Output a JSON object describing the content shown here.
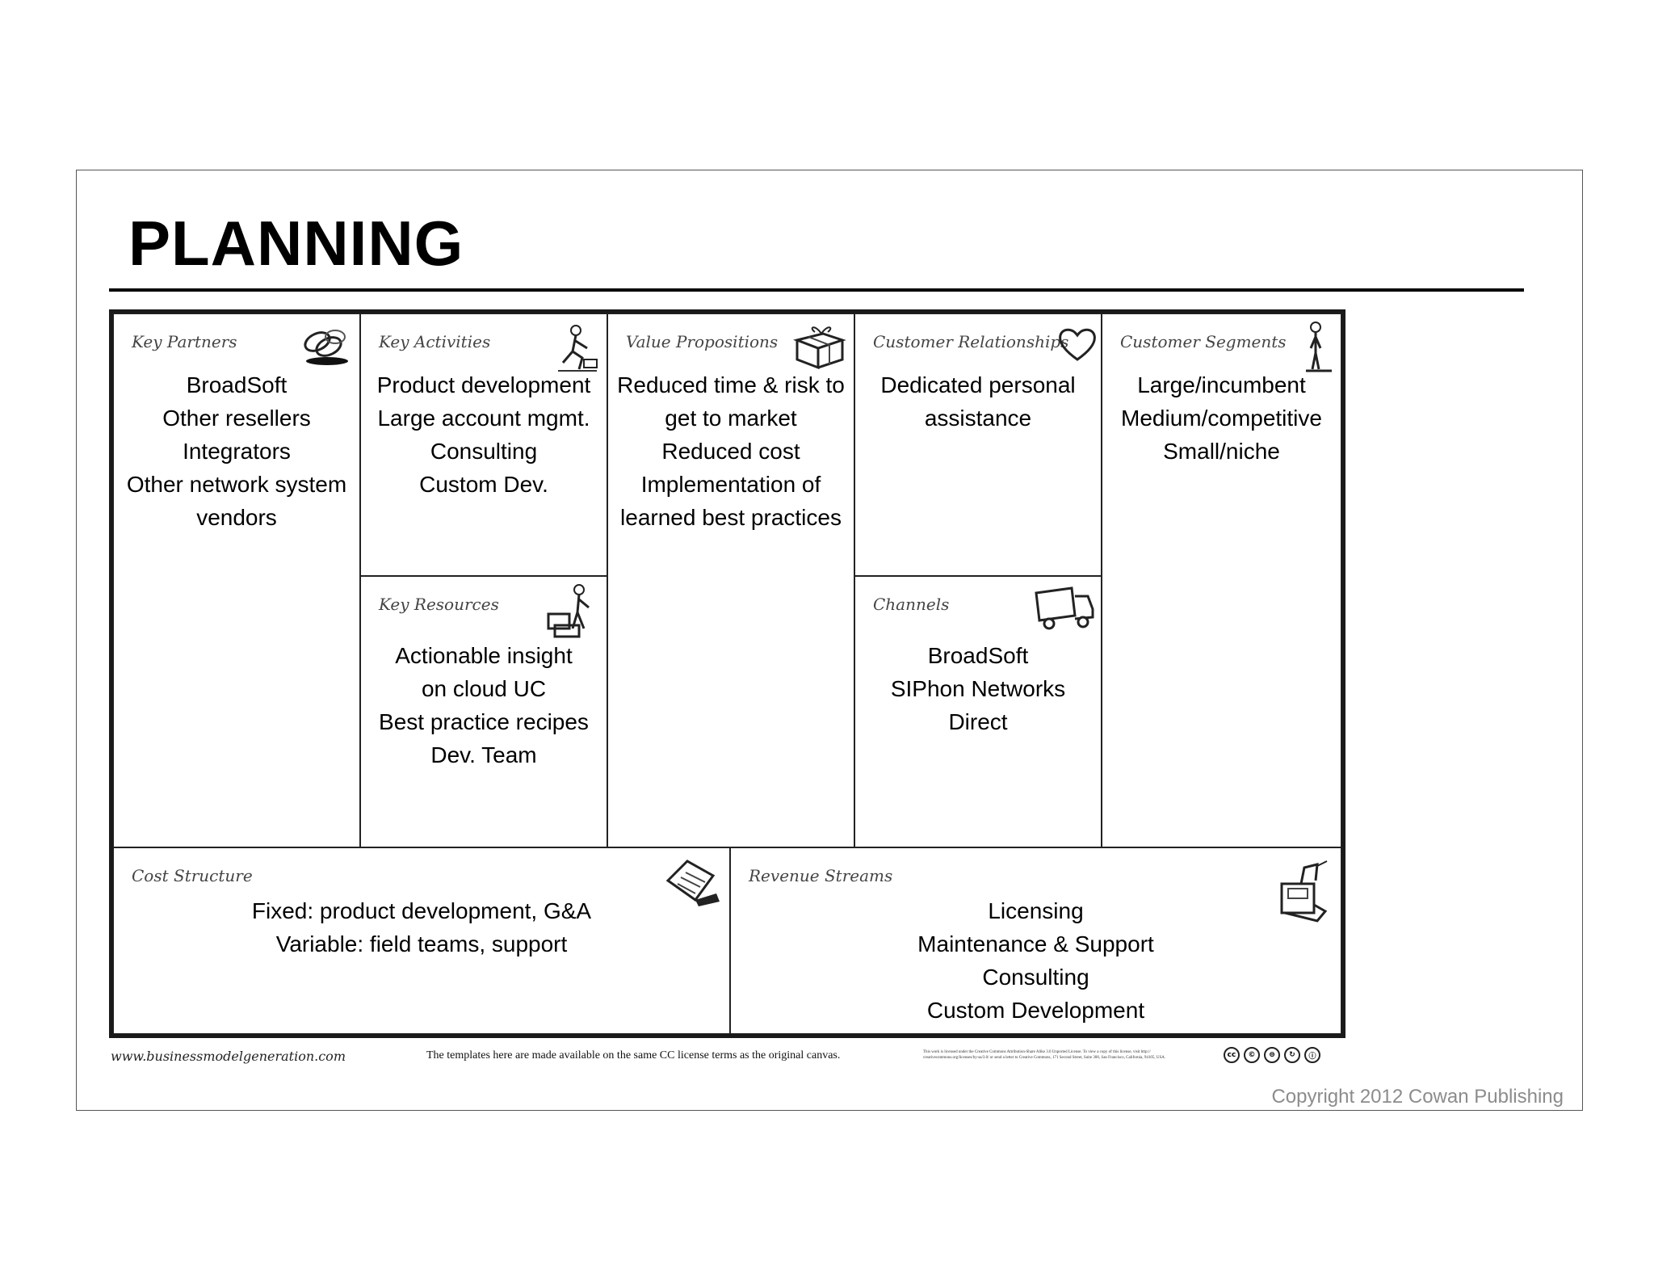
{
  "title": "PLANNING",
  "cells": {
    "key_partners": {
      "label": "Key Partners",
      "lines": [
        "BroadSoft",
        "Other resellers",
        "Integrators",
        "Other network system",
        "vendors"
      ]
    },
    "key_activities": {
      "label": "Key Activities",
      "lines": [
        "Product development",
        "Large account mgmt.",
        "Consulting",
        "Custom Dev."
      ]
    },
    "key_resources": {
      "label": "Key Resources",
      "lines": [
        "Actionable insight",
        "on cloud UC",
        "Best practice recipes",
        "Dev. Team"
      ]
    },
    "value_propositions": {
      "label": "Value Propositions",
      "lines": [
        "Reduced time & risk to",
        "get to market",
        "Reduced cost",
        "Implementation of",
        "learned best practices"
      ]
    },
    "customer_relationships": {
      "label": "Customer Relationships",
      "lines": [
        "Dedicated personal",
        "assistance"
      ]
    },
    "channels": {
      "label": "Channels",
      "lines": [
        "BroadSoft",
        "SIPhon Networks",
        "Direct"
      ]
    },
    "customer_segments": {
      "label": "Customer Segments",
      "lines": [
        "Large/incumbent",
        "Medium/competitive",
        "Small/niche"
      ]
    },
    "cost_structure": {
      "label": "Cost Structure",
      "lines": [
        "Fixed: product development, G&A",
        "Variable: field teams, support"
      ]
    },
    "revenue_streams": {
      "label": "Revenue Streams",
      "lines": [
        "Licensing",
        "Maintenance & Support",
        "Consulting",
        "Custom Development"
      ]
    }
  },
  "footer": {
    "url": "www.businessmodelgeneration.com",
    "note": "The templates here are made available on the same CC license terms as the original canvas.",
    "license": "This work is licensed under the Creative Commons Attribution-Share Alike 3.0 Unported License. To view a copy of this license, visit http:// creativecommons.org/licenses/by-sa/3.0/ or send a letter to Creative Commons, 171 Second Street, Suite 300, San Francisco, California, 94105, USA.",
    "badges": [
      "cc",
      "©",
      "⊜",
      "↻",
      "ⓘ"
    ]
  },
  "copyright": "Copyright 2012 Cowan Publishing",
  "icons": {
    "key_partners": "chain-links-icon",
    "key_activities": "kneeling-worker-icon",
    "key_resources": "worker-with-boxes-icon",
    "value_propositions": "gift-box-icon",
    "customer_relationships": "heart-icon",
    "channels": "delivery-truck-icon",
    "customer_segments": "standing-person-icon",
    "cost_structure": "price-tag-icon",
    "revenue_streams": "cash-register-icon"
  }
}
